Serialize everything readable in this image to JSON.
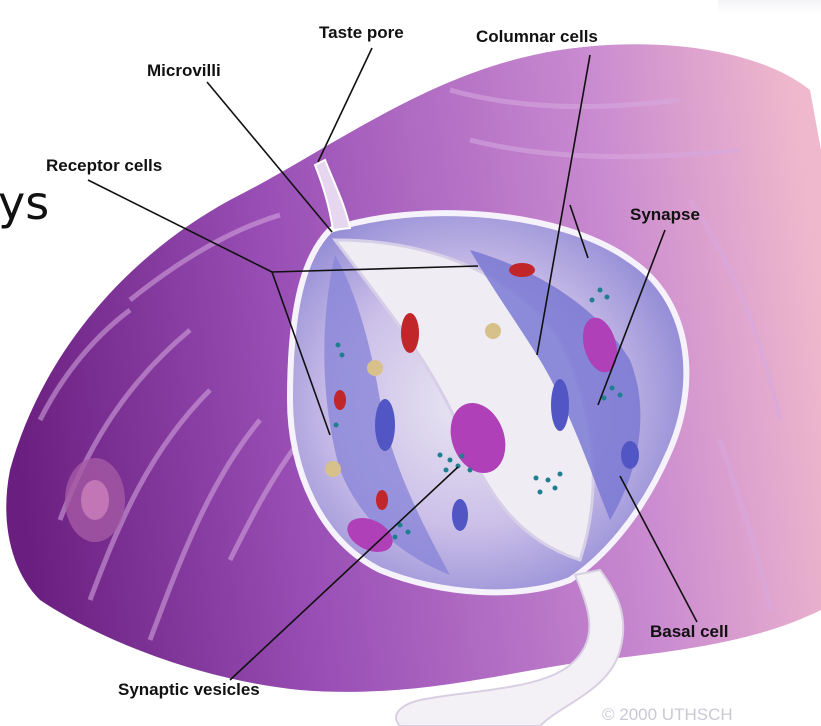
{
  "slide_fragment": "ys",
  "copyright": "© 2000 UTHSCH",
  "labels": {
    "taste_pore": "Taste pore",
    "columnar_cells": "Columnar cells",
    "microvilli": "Microvilli",
    "receptor_cells": "Receptor cells",
    "synapse": "Synapse",
    "basal_cell": "Basal cell",
    "synaptic_vesicles": "Synaptic vesicles"
  },
  "colors": {
    "tissue_dark": "#7a2a8c",
    "tissue_mid": "#a15ab8",
    "tissue_light": "#e0a6d6",
    "bud_fill": "#c9b7e6",
    "cell_blue": "#6f6fcc",
    "nucleus_magenta": "#b040b8",
    "organelle_red": "#c0262a",
    "vesicle_teal": "#1f7f8f",
    "nerve_white": "#f4f1f6"
  }
}
